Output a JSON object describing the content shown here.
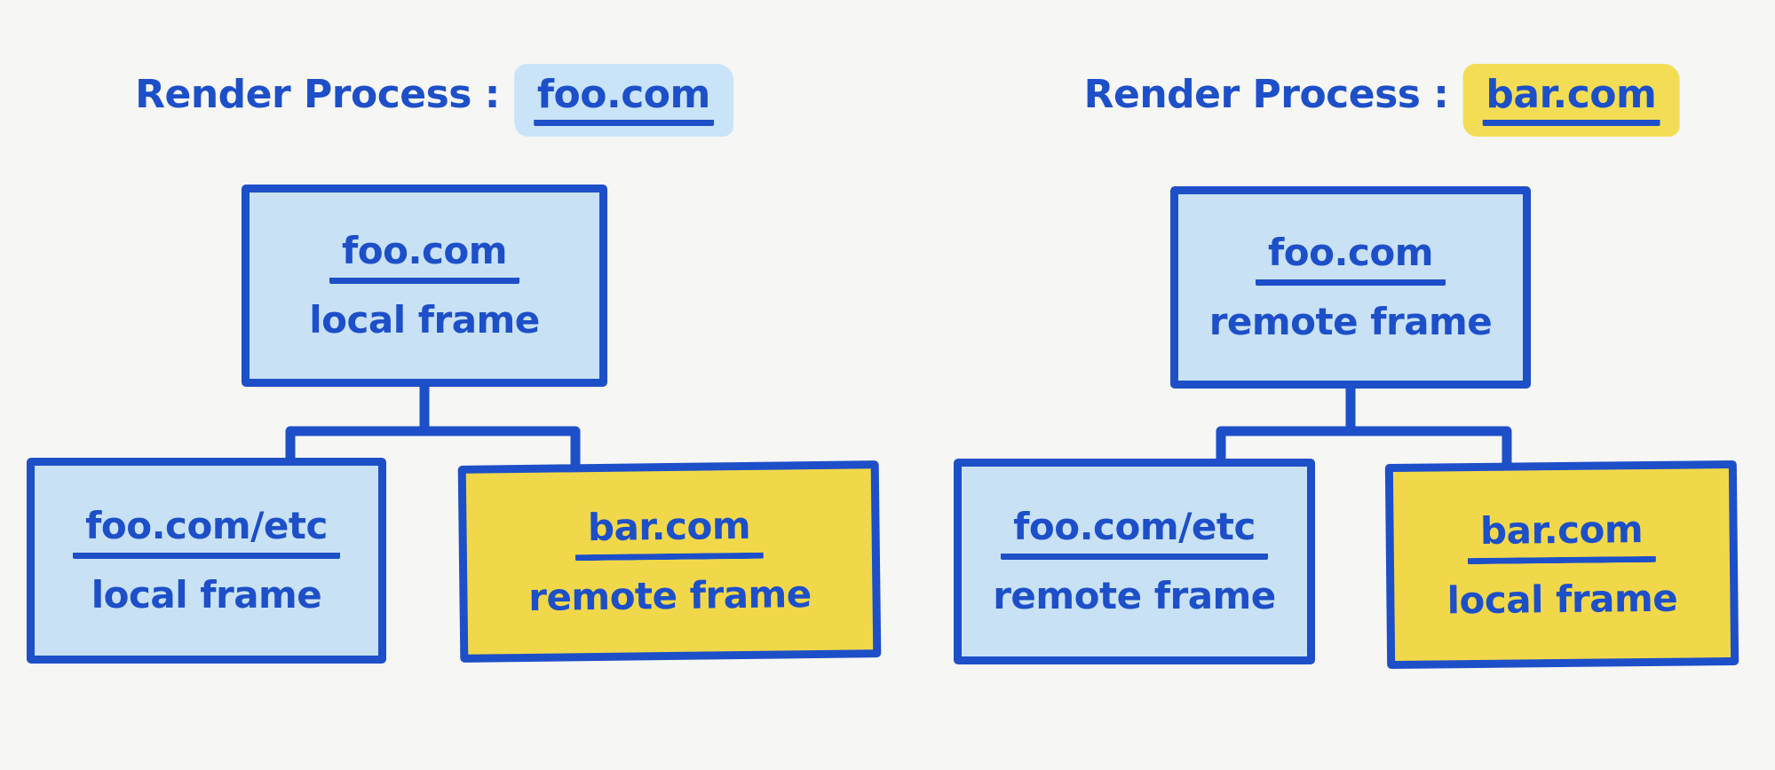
{
  "palette": {
    "background": "#f6f6f4",
    "ink_blue": "#1d4fc8",
    "blue_fill": "#c8e1f4",
    "yellow_fill": "#f1d84b",
    "blue_highlight": "#c9e4f8",
    "yellow_highlight": "#f2dd55"
  },
  "left": {
    "title_prefix": "Render Process :",
    "title_domain": "foo.com",
    "root": {
      "domain": "foo.com",
      "frame": "local frame"
    },
    "children": [
      {
        "domain": "foo.com/etc",
        "frame": "local frame"
      },
      {
        "domain": "bar.com",
        "frame": "remote frame"
      }
    ]
  },
  "right": {
    "title_prefix": "Render Process :",
    "title_domain": "bar.com",
    "root": {
      "domain": "foo.com",
      "frame": "remote frame"
    },
    "children": [
      {
        "domain": "foo.com/etc",
        "frame": "remote frame"
      },
      {
        "domain": "bar.com",
        "frame": "local frame"
      }
    ]
  }
}
